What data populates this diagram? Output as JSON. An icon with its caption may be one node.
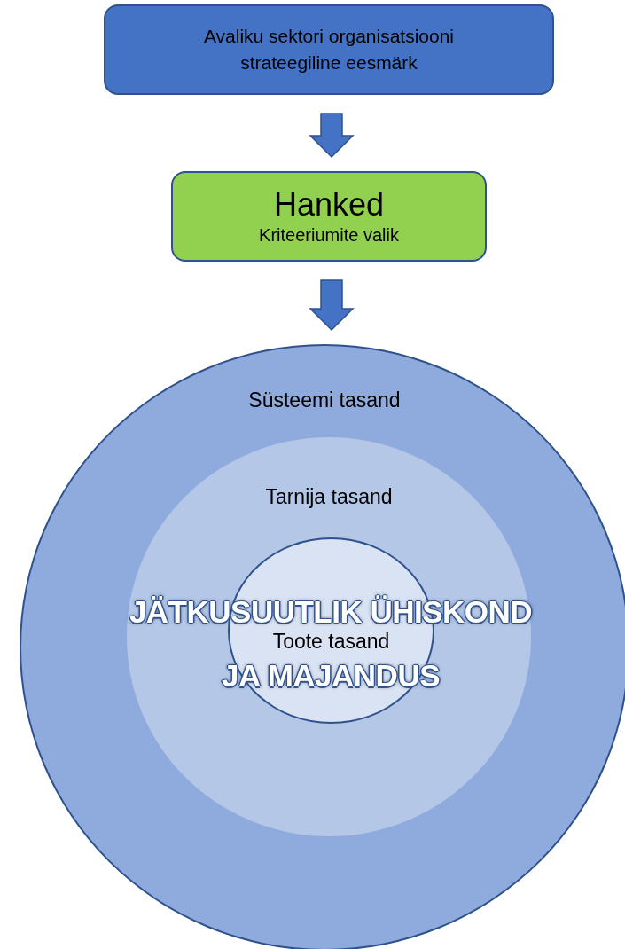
{
  "diagram": {
    "nodes": [
      {
        "text": [
          "Avaliku sektori organisatsiooni strateegiline eesmärk"
        ]
      },
      {
        "text": [
          "Hanked",
          "Kriteeriumite valik"
        ]
      },
      {
        "text": [
          "Süsteemi tasand"
        ]
      },
      {
        "text": [
          "Tarnija tasand"
        ],
        "in": 2
      },
      {
        "text": [
          "Toote tasand"
        ],
        "in": 3
      }
    ],
    "edges": [
      {
        "from": 0,
        "to": 1,
        "arrow": "to"
      },
      {
        "from": 1,
        "to": 2,
        "arrow": "to"
      }
    ],
    "labels": [
      "JÄTKUSUUTLIK ÜHISKOND JA MAJANDUS"
    ]
  }
}
